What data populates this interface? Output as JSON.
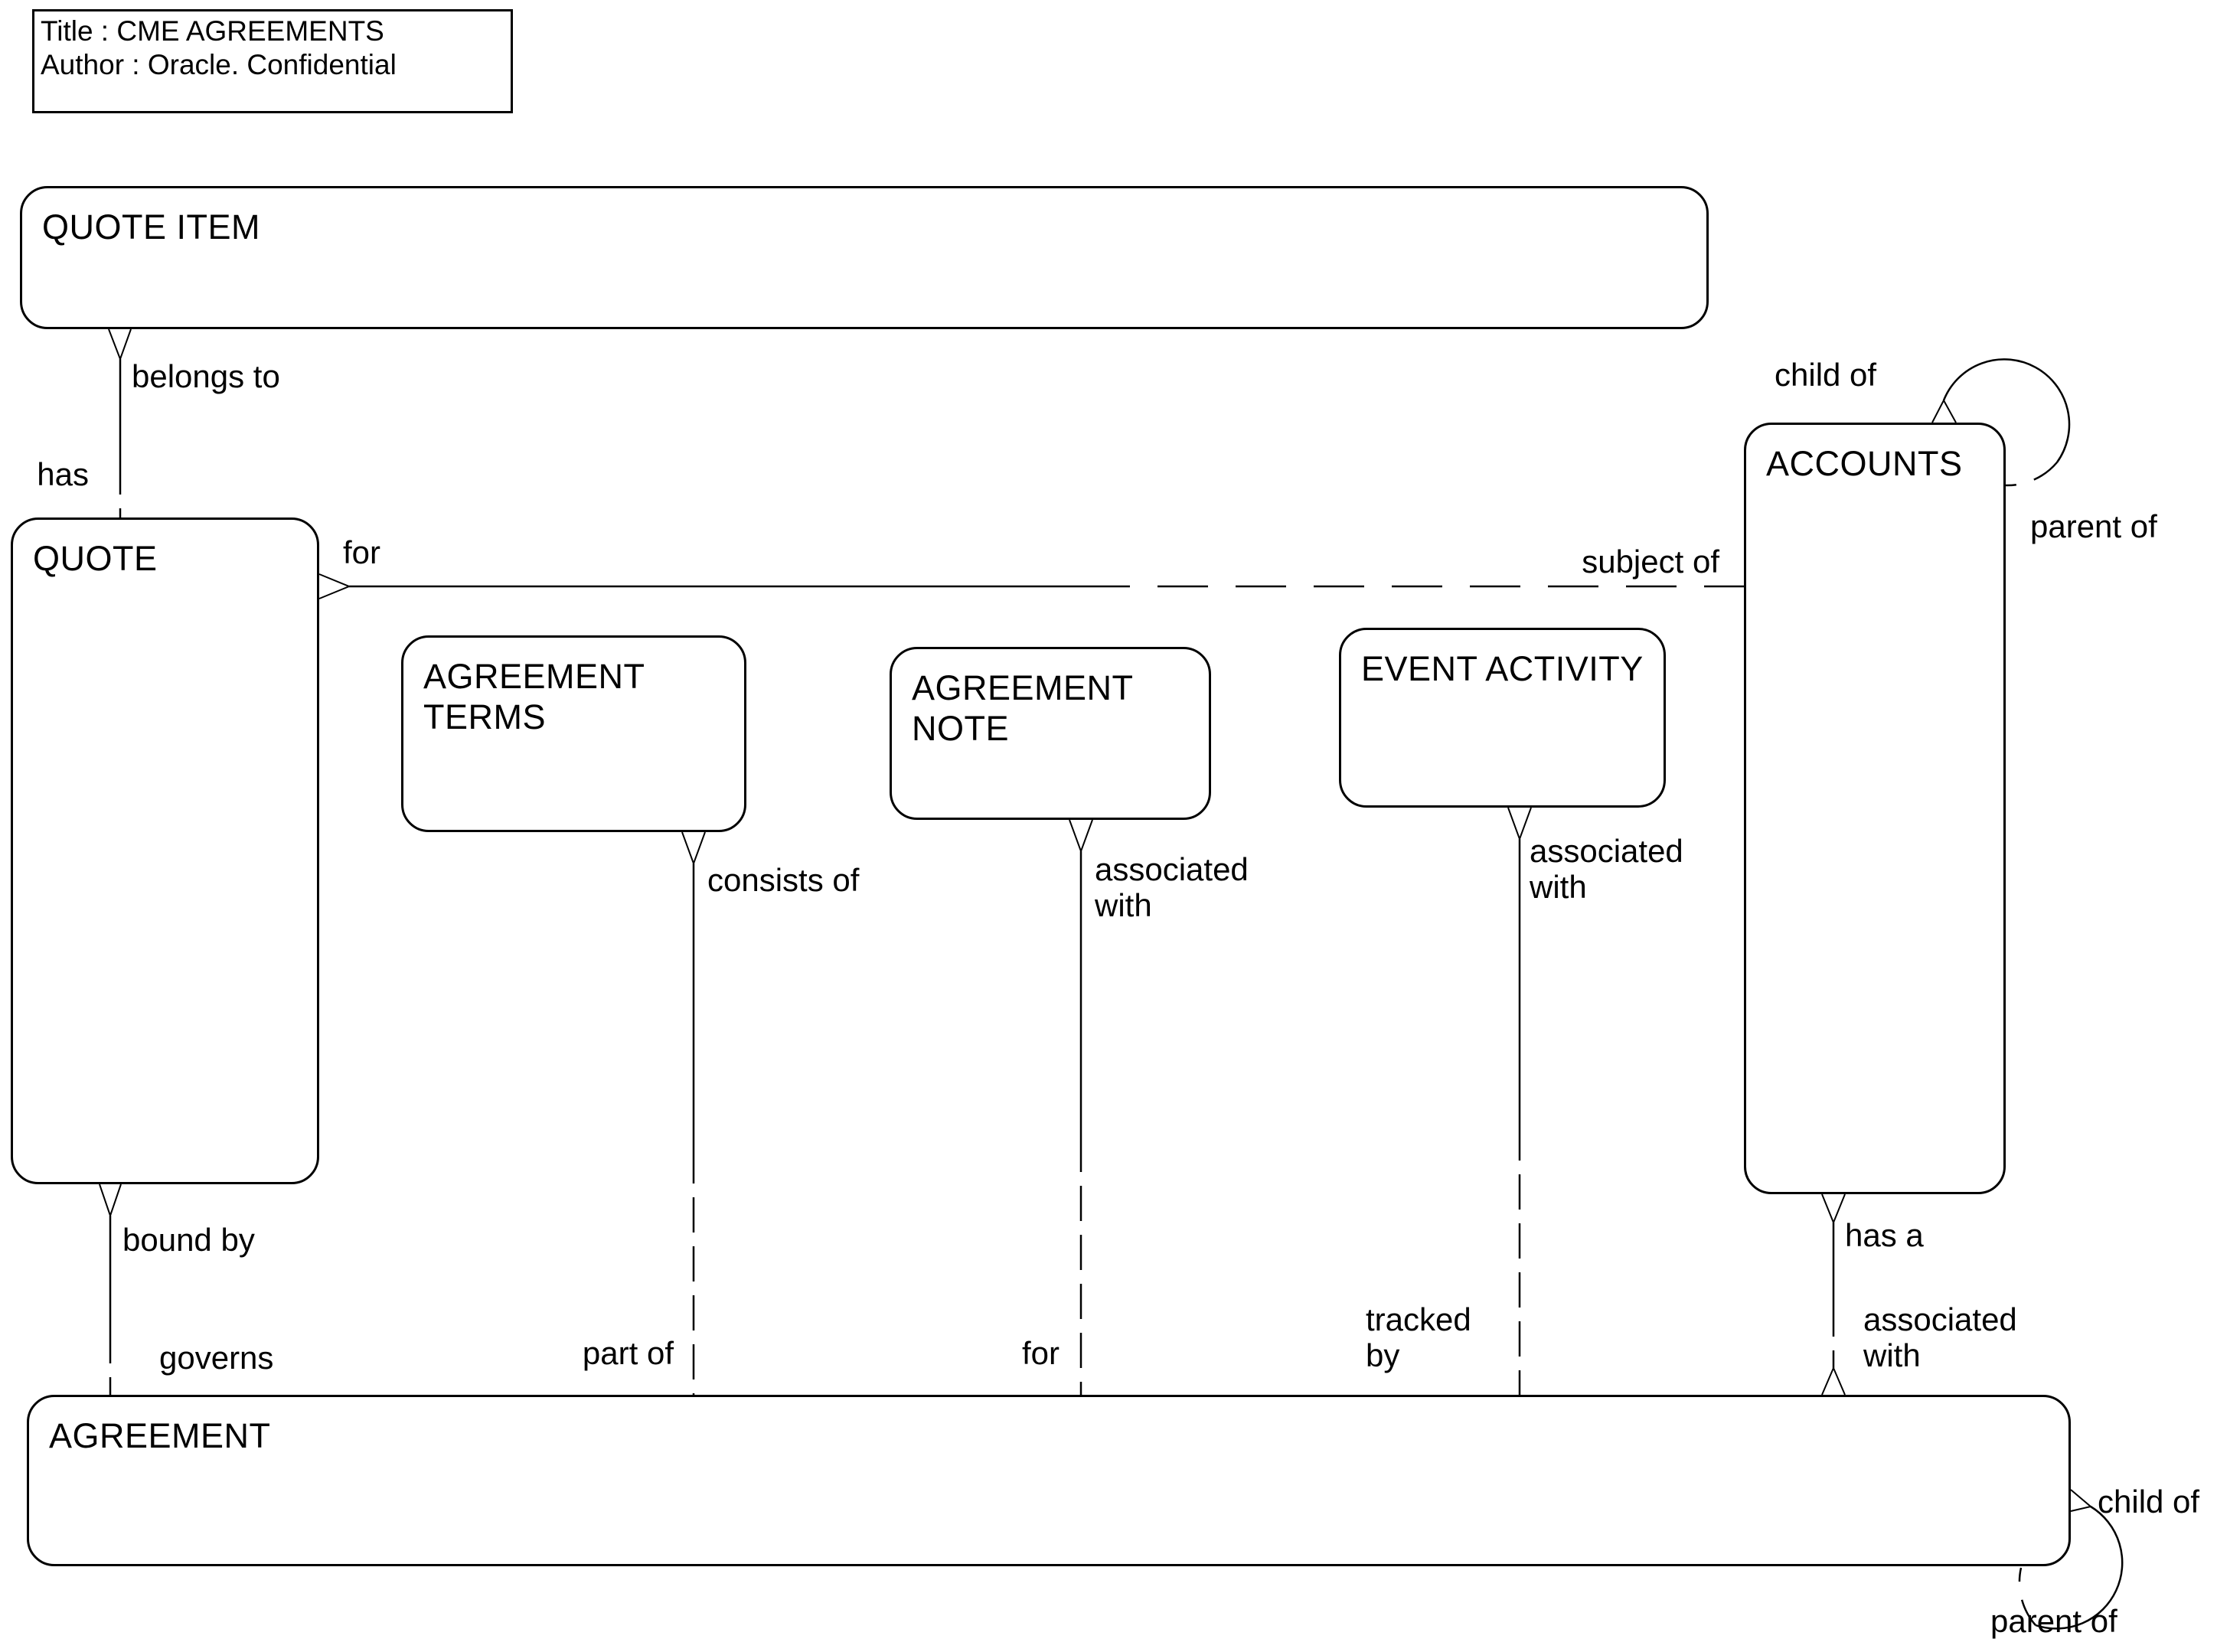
{
  "title_box": {
    "line1": "Title : CME AGREEMENTS",
    "line2": "Author : Oracle. Confidential"
  },
  "entities": {
    "quote_item": {
      "name": "QUOTE ITEM"
    },
    "quote": {
      "name": "QUOTE"
    },
    "agreement_terms": {
      "name": "AGREEMENT\nTERMS"
    },
    "agreement_note": {
      "name": "AGREEMENT\nNOTE"
    },
    "event_activity": {
      "name": "EVENT ACTIVITY"
    },
    "accounts": {
      "name": "ACCOUNTS"
    },
    "agreement": {
      "name": "AGREEMENT"
    }
  },
  "relationships": {
    "quote_item_quote": {
      "near_quote_item": "belongs to",
      "near_quote": "has"
    },
    "quote_accounts": {
      "near_quote": "for",
      "near_accounts": "subject of"
    },
    "accounts_self": {
      "many_end": "child of",
      "one_end": "parent of"
    },
    "terms_agreement": {
      "near_terms": "consists of",
      "near_agreement": "part of"
    },
    "note_agreement": {
      "near_note": "associated\nwith",
      "near_agreement": "for"
    },
    "event_agreement": {
      "near_event": "associated\nwith",
      "near_agreement": "tracked\nby"
    },
    "quote_agreement": {
      "near_quote": "bound by",
      "near_agreement": "governs"
    },
    "accounts_agreement": {
      "near_accounts": "has a",
      "near_agreement": "associated\nwith"
    },
    "agreement_self": {
      "many_end": "child of",
      "one_end": "parent of"
    }
  },
  "colors": {
    "line": "#000000",
    "background": "#ffffff"
  }
}
